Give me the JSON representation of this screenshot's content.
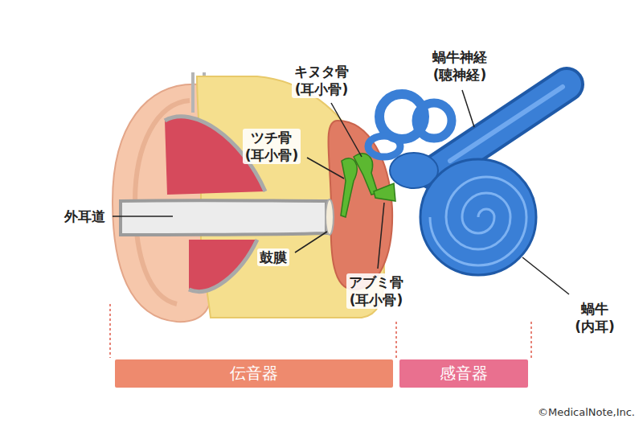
{
  "diagram": {
    "nodes": [
      {
        "text": [
          "伝音器"
        ]
      },
      {
        "text": [
          "感音器"
        ]
      }
    ],
    "labels": [
      "蝸牛神経 (聴神経)",
      "キヌタ骨 (耳小骨)",
      "ツチ骨 (耳小骨)",
      "外耳道",
      "鼓膜",
      "アブミ骨 (耳小骨)",
      "蝸牛 (内耳)",
      "©MedicalNote,Inc."
    ]
  }
}
